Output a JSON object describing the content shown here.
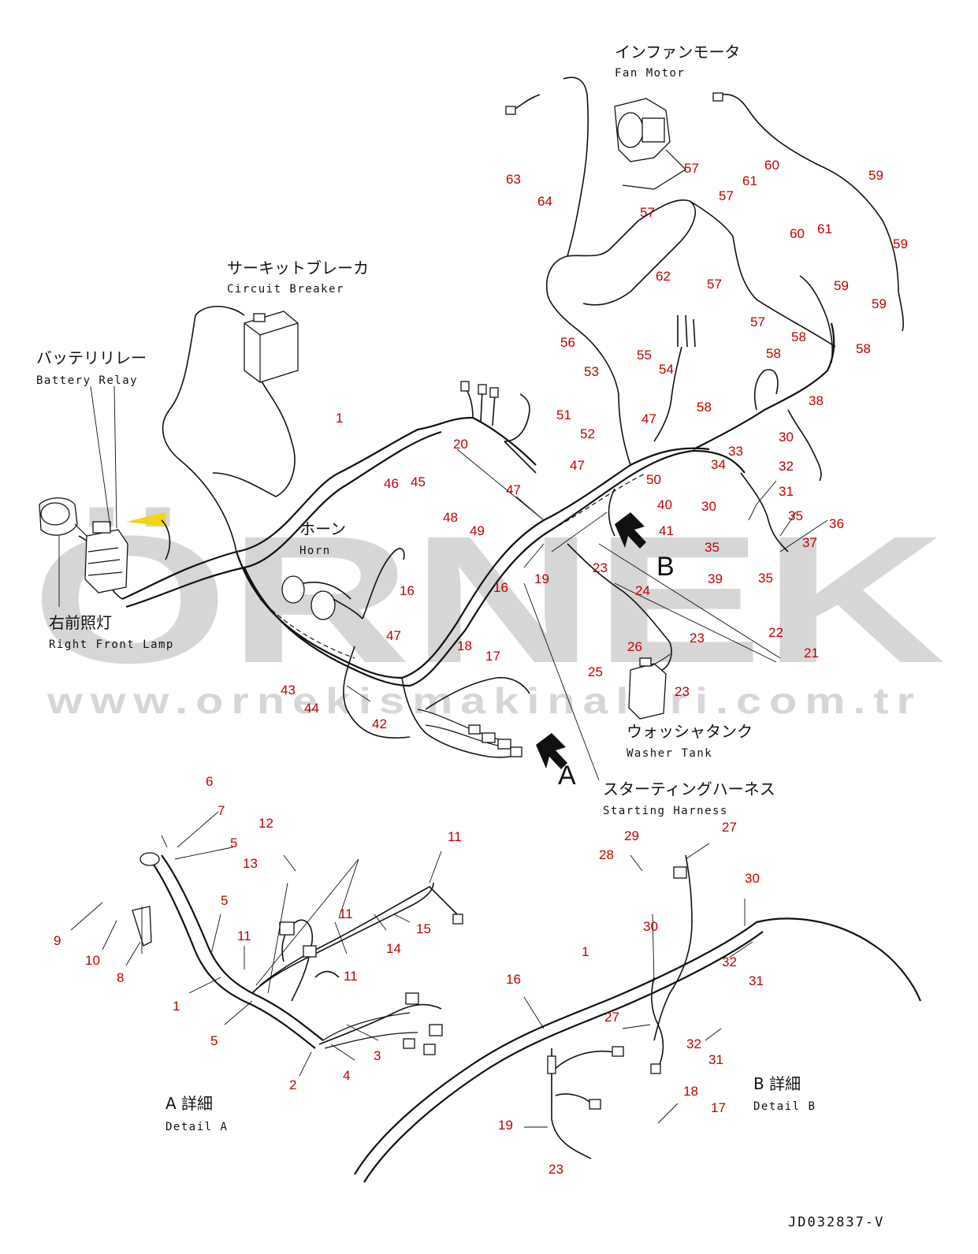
{
  "watermark": {
    "brand": "ÖRNEK",
    "url": "www.ornekismakinalari.com.tr",
    "accent": "#f5d400"
  },
  "components": {
    "fan_motor": {
      "jp": "インファンモータ",
      "en": "Fan Motor"
    },
    "circuit_breaker": {
      "jp": "サーキットブレーカ",
      "en": "Circuit Breaker"
    },
    "battery_relay": {
      "jp": "バッテリリレー",
      "en": "Battery Relay"
    },
    "horn": {
      "jp": "ホーン",
      "en": "Horn"
    },
    "right_front_lamp": {
      "jp": "右前照灯",
      "en": "Right Front Lamp"
    },
    "washer_tank": {
      "jp": "ウォッシャタンク",
      "en": "Washer Tank"
    },
    "starting_harness": {
      "jp": "スターティングハーネス",
      "en": "Starting Harness"
    }
  },
  "views": {
    "arrow_a": "A",
    "arrow_b": "B",
    "detail_a": {
      "jp": "A 詳細",
      "en": "Detail A"
    },
    "detail_b": {
      "jp": "B 詳細",
      "en": "Detail B"
    }
  },
  "drawing_code": "JD032837-V",
  "callouts": [
    "63",
    "64",
    "57",
    "57",
    "57",
    "57",
    "57",
    "61",
    "60",
    "60",
    "61",
    "59",
    "59",
    "59",
    "59",
    "62",
    "56",
    "58",
    "58",
    "58",
    "58",
    "55",
    "54",
    "53",
    "51",
    "52",
    "47",
    "47",
    "47",
    "47",
    "50",
    "40",
    "41",
    "38",
    "30",
    "30",
    "34",
    "33",
    "32",
    "31",
    "35",
    "35",
    "35",
    "36",
    "37",
    "39",
    "20",
    "46",
    "45",
    "48",
    "49",
    "16",
    "16",
    "18",
    "17",
    "19",
    "23",
    "23",
    "23",
    "24",
    "26",
    "25",
    "22",
    "21",
    "43",
    "44",
    "42",
    "1",
    "6",
    "7",
    "5",
    "5",
    "5",
    "12",
    "13",
    "11",
    "11",
    "11",
    "11",
    "14",
    "15",
    "9",
    "10",
    "8",
    "1",
    "3",
    "4",
    "2",
    "29",
    "27",
    "27",
    "28",
    "30",
    "30",
    "32",
    "32",
    "31",
    "31",
    "1",
    "16",
    "18",
    "17",
    "19",
    "23"
  ]
}
